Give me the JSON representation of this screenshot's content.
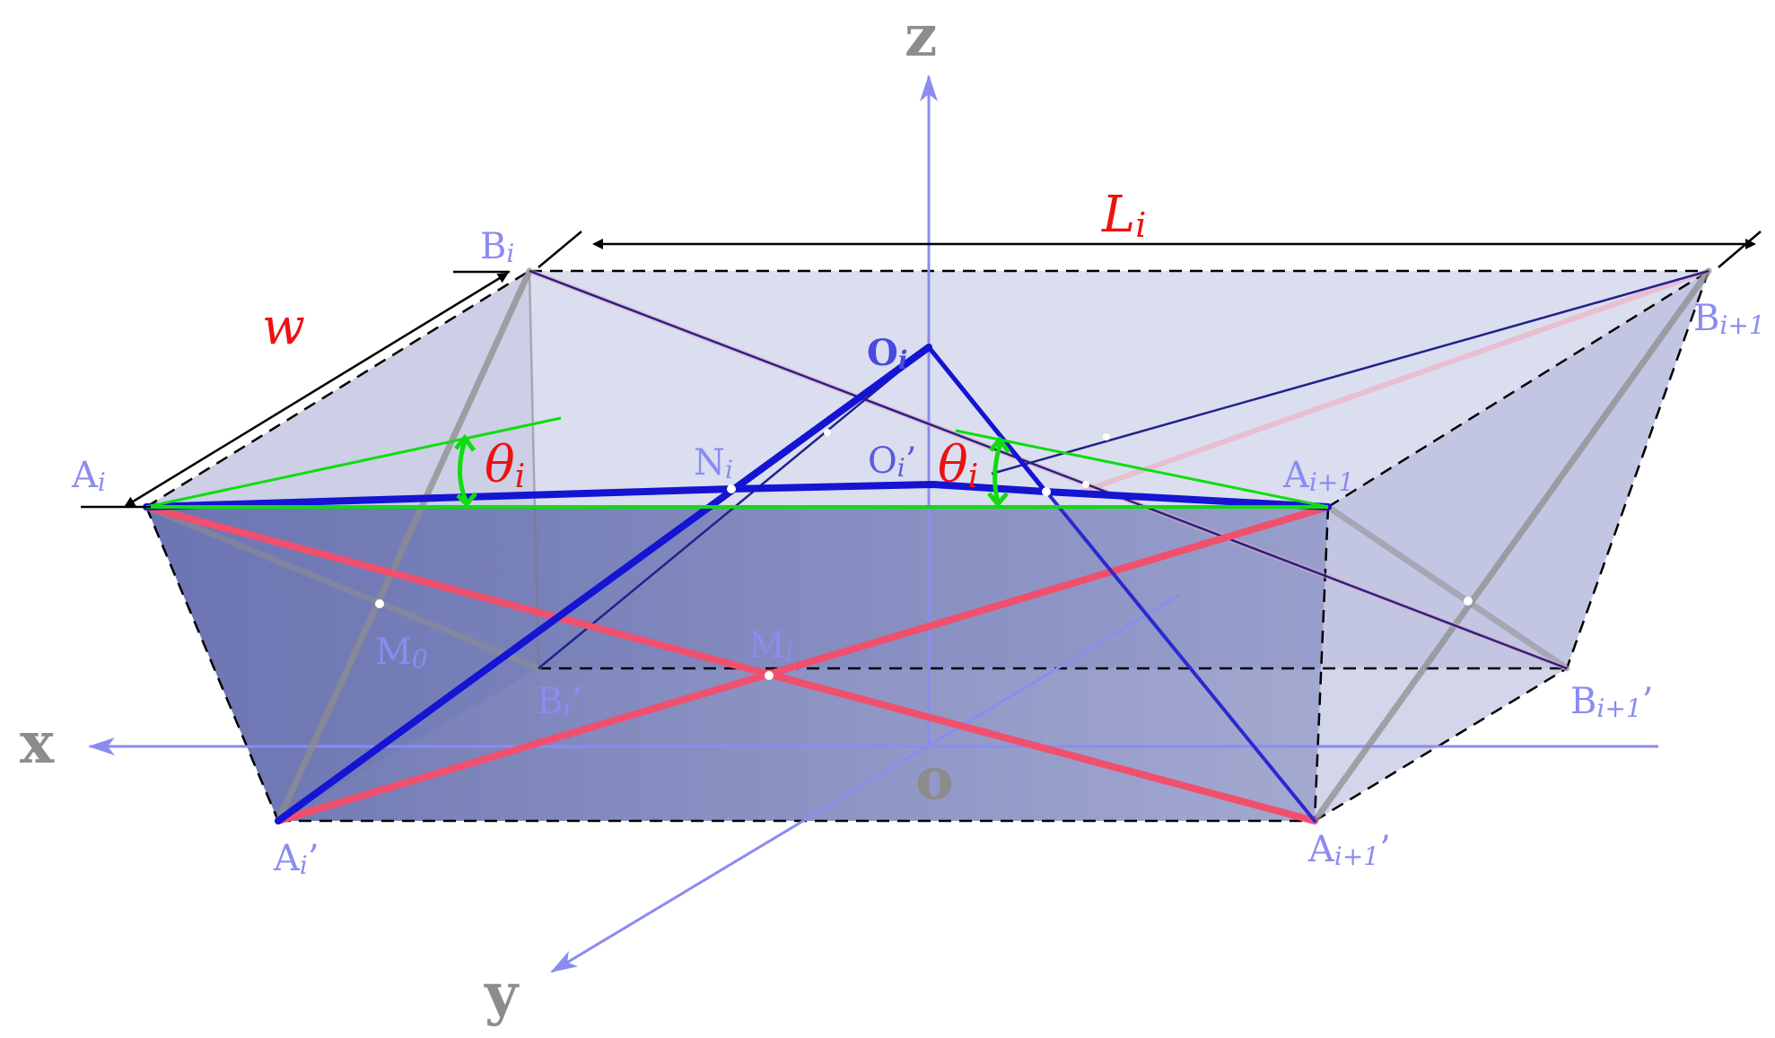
{
  "colors": {
    "axis": "#8a8cf0",
    "axis_text": "#8c8c8c",
    "point_text": "#8a8cf0",
    "fold_blue": "#1414d2",
    "thin_blue": "#22228a",
    "red_crease": "#f0506e",
    "green": "#10dc10",
    "dim_red": "#ee1111",
    "dim_black": "#000000",
    "front_face": "#5a64a8",
    "back_face": "#c8cce6",
    "grey_crease": "#9a9a9a"
  },
  "axes": {
    "x": "x",
    "y": "y",
    "z": "z",
    "origin": "o"
  },
  "points": {
    "A_i": {
      "base": "A",
      "sub": "i",
      "prime": ""
    },
    "A_i1": {
      "base": "A",
      "sub": "i+1",
      "prime": ""
    },
    "A_ip": {
      "base": "A",
      "sub": "i",
      "prime": "’"
    },
    "A_i1p": {
      "base": "A",
      "sub": "i+1",
      "prime": "’"
    },
    "B_i": {
      "base": "B",
      "sub": "i",
      "prime": ""
    },
    "B_i1": {
      "base": "B",
      "sub": "i+1",
      "prime": ""
    },
    "B_ip": {
      "base": "B",
      "sub": "i",
      "prime": "’"
    },
    "B_i1p": {
      "base": "B",
      "sub": "i+1",
      "prime": "’"
    },
    "O_i": {
      "base": "O",
      "sub": "i",
      "prime": ""
    },
    "O_ip": {
      "base": "O",
      "sub": "i",
      "prime": "’"
    },
    "N_i": {
      "base": "N",
      "sub": "i",
      "prime": ""
    },
    "M_i": {
      "base": "M",
      "sub": "i",
      "prime": ""
    },
    "M_0": {
      "base": "M",
      "sub": "0",
      "prime": ""
    }
  },
  "dimensions": {
    "length": {
      "base": "L",
      "sub": "i"
    },
    "width": "w",
    "angle": {
      "base": "θ",
      "sub": "i"
    }
  }
}
